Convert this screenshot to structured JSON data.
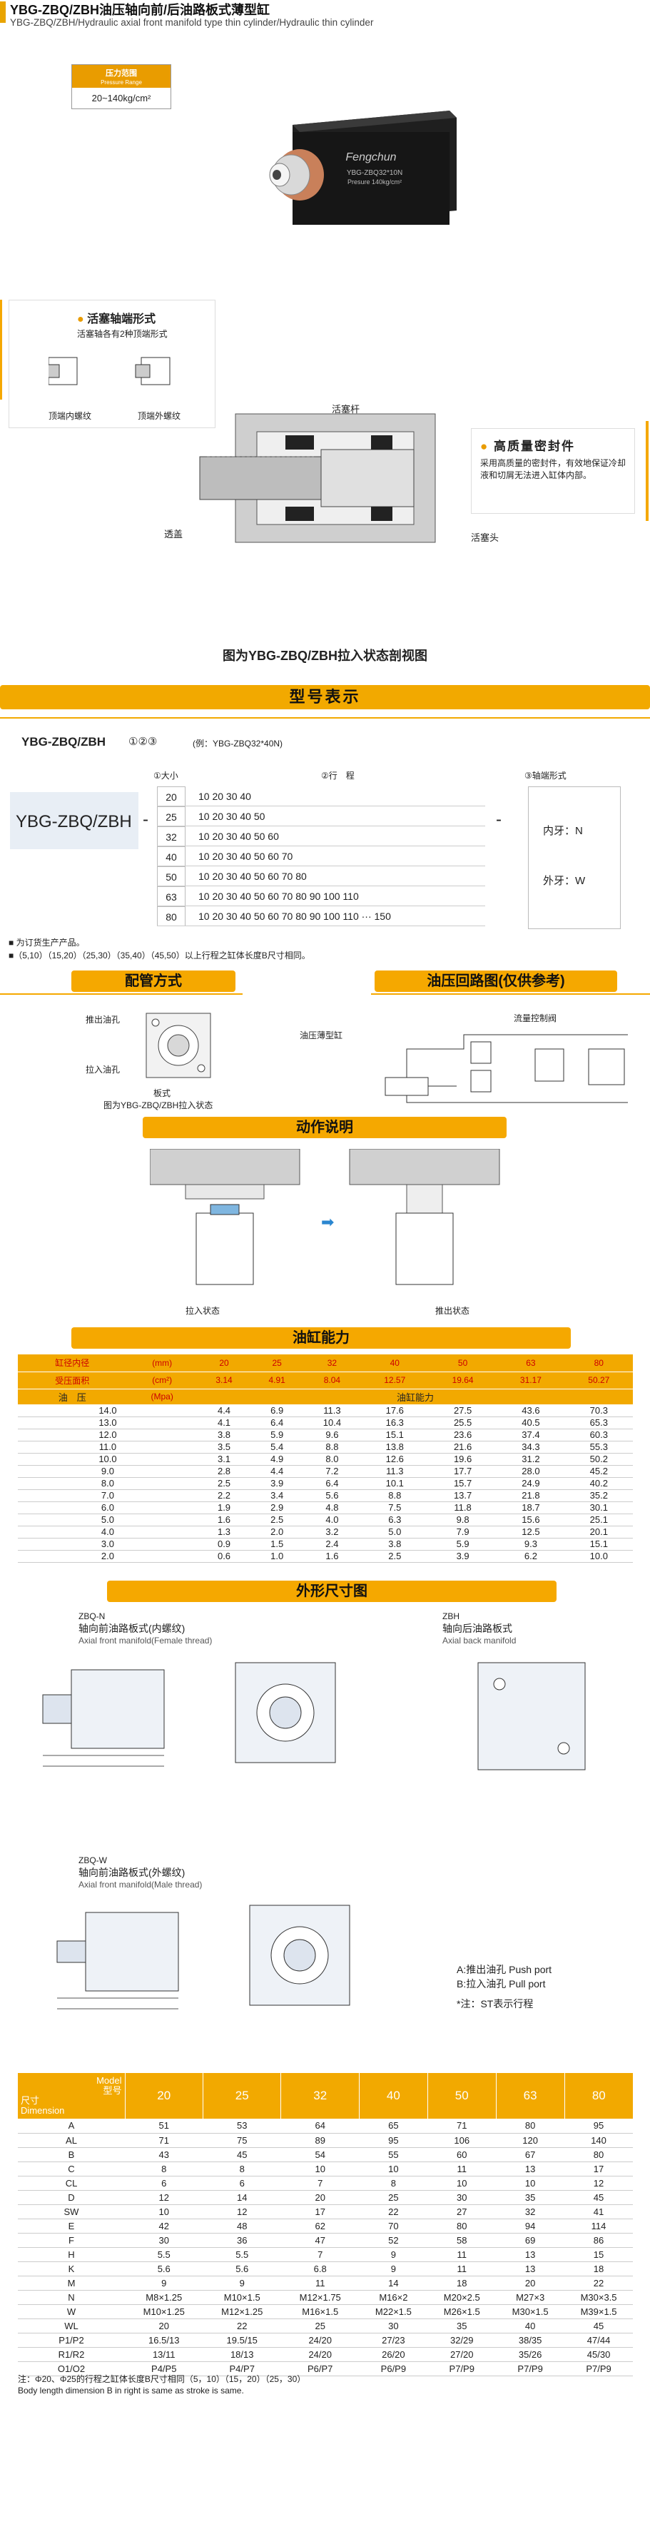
{
  "header": {
    "title": "YBG-ZBQ/ZBH油压轴向前/后油路板式薄型缸",
    "subtitle": "YBG-ZBQ/ZBH/Hydraulic axial front manifold type thin cylinder/Hydraulic thin cylinder"
  },
  "pressure": {
    "label": "压力范围",
    "label_en": "Pressure Range",
    "value": "20~140kg/cm²"
  },
  "product": {
    "brand": "Fengchun",
    "model": "YBG-ZBQ32*10N",
    "spec": "Presure 140kg/cm²"
  },
  "cutaway": {
    "panel_title": "活塞轴端形式",
    "panel_sub": "活塞轴各有2种顶端形式",
    "end1": "顶端内螺纹",
    "end2": "顶端外螺纹",
    "rod": "活塞杆",
    "cover": "透盖",
    "head": "活塞头",
    "seal_title": "高质量密封件",
    "seal_text": "采用高质量的密封件，有效地保证冷却液和切屑无法进入缸体内部。",
    "caption": "图为YBG-ZBQ/ZBH拉入状态剖视图"
  },
  "model": {
    "heading": "型号表示",
    "code": "YBG-ZBQ/ZBH",
    "boxes": [
      "①",
      "②",
      "③"
    ],
    "example": "(例：YBG-ZBQ32*40N)",
    "big": "YBG-ZBQ/ZBH",
    "dash": "-",
    "col1": "①大小",
    "col2": "②行　程",
    "col3": "③轴端形式",
    "sizes": [
      "20",
      "25",
      "32",
      "40",
      "50",
      "63",
      "80"
    ],
    "strokes": [
      "10 20 30 40",
      "10 20 30 40 50",
      "10 20 30 40 50 60",
      "10 20 30 40 50 60 70",
      "10 20 30 40 50 60 70 80",
      "10 20 30 40 50 60 70 80 90 100 110",
      "10 20 30 40 50 60 70 80 90 100 110 ··· 150"
    ],
    "inner": "内牙：N",
    "outer": "外牙：W",
    "note1": "■ 为订货生产产品。",
    "note2": "■（5,10）（15,20）（25,30）（35,40）（45,50）以上行程之缸体长度B尺寸相同。"
  },
  "piping": {
    "heading": "配管方式",
    "push": "推出油孔",
    "pull": "拉入油孔",
    "board": "板式",
    "caption": "图为YBG-ZBQ/ZBH拉入状态"
  },
  "circuit": {
    "heading": "油压回路图(仅供参考)",
    "valve": "流量控制阀",
    "cyl": "油压薄型缸"
  },
  "action": {
    "heading": "动作说明",
    "pull": "拉入状态",
    "push": "推出状态",
    "arrow": "➡"
  },
  "capacity": {
    "heading": "油缸能力",
    "r1": [
      "缸径内径",
      "(mm)",
      "20",
      "25",
      "32",
      "40",
      "50",
      "63",
      "80"
    ],
    "r2": [
      "受压面积",
      "(cm²)",
      "3.14",
      "4.91",
      "8.04",
      "12.57",
      "19.64",
      "31.17",
      "50.27"
    ],
    "r3": [
      "油　压",
      "(Mpa)",
      "油缸能力"
    ],
    "rows": [
      [
        "14.0",
        "4.4",
        "6.9",
        "11.3",
        "17.6",
        "27.5",
        "43.6",
        "70.3"
      ],
      [
        "13.0",
        "4.1",
        "6.4",
        "10.4",
        "16.3",
        "25.5",
        "40.5",
        "65.3"
      ],
      [
        "12.0",
        "3.8",
        "5.9",
        "9.6",
        "15.1",
        "23.6",
        "37.4",
        "60.3"
      ],
      [
        "11.0",
        "3.5",
        "5.4",
        "8.8",
        "13.8",
        "21.6",
        "34.3",
        "55.3"
      ],
      [
        "10.0",
        "3.1",
        "4.9",
        "8.0",
        "12.6",
        "19.6",
        "31.2",
        "50.2"
      ],
      [
        "9.0",
        "2.8",
        "4.4",
        "7.2",
        "11.3",
        "17.7",
        "28.0",
        "45.2"
      ],
      [
        "8.0",
        "2.5",
        "3.9",
        "6.4",
        "10.1",
        "15.7",
        "24.9",
        "40.2"
      ],
      [
        "7.0",
        "2.2",
        "3.4",
        "5.6",
        "8.8",
        "13.7",
        "21.8",
        "35.2"
      ],
      [
        "6.0",
        "1.9",
        "2.9",
        "4.8",
        "7.5",
        "11.8",
        "18.7",
        "30.1"
      ],
      [
        "5.0",
        "1.6",
        "2.5",
        "4.0",
        "6.3",
        "9.8",
        "15.6",
        "25.1"
      ],
      [
        "4.0",
        "1.3",
        "2.0",
        "3.2",
        "5.0",
        "7.9",
        "12.5",
        "20.1"
      ],
      [
        "3.0",
        "0.9",
        "1.5",
        "2.4",
        "3.8",
        "5.9",
        "9.3",
        "15.1"
      ],
      [
        "2.0",
        "0.6",
        "1.0",
        "1.6",
        "2.5",
        "3.9",
        "6.2",
        "10.0"
      ]
    ]
  },
  "outline": {
    "heading": "外形尺寸图",
    "zbqn": "ZBQ-N",
    "zbqn_cn": "轴向前油路板式(内螺纹)",
    "zbqn_en": "Axial front manifold(Female thread)",
    "zbh": "ZBH",
    "zbh_cn": "轴向后油路板式",
    "zbh_en": "Axial back manifold",
    "zbqw": "ZBQ-W",
    "zbqw_cn": "轴向前油路板式(外螺纹)",
    "zbqw_en": "Axial front manifold(Male thread)",
    "legendA": "A:推出油孔 Push port",
    "legendB": "B:拉入油孔 Pull port",
    "note": "*注：ST表示行程"
  },
  "dims": {
    "h1": "尺寸",
    "h1b": "Dimension",
    "h2": "Model",
    "h2b": "型号",
    "models": [
      "20",
      "25",
      "32",
      "40",
      "50",
      "63",
      "80"
    ],
    "rows": [
      [
        "A",
        "51",
        "53",
        "64",
        "65",
        "71",
        "80",
        "95"
      ],
      [
        "AL",
        "71",
        "75",
        "89",
        "95",
        "106",
        "120",
        "140"
      ],
      [
        "B",
        "43",
        "45",
        "54",
        "55",
        "60",
        "67",
        "80"
      ],
      [
        "C",
        "8",
        "8",
        "10",
        "10",
        "11",
        "13",
        "17"
      ],
      [
        "CL",
        "6",
        "6",
        "7",
        "8",
        "10",
        "10",
        "12"
      ],
      [
        "D",
        "12",
        "14",
        "20",
        "25",
        "30",
        "35",
        "45"
      ],
      [
        "SW",
        "10",
        "12",
        "17",
        "22",
        "27",
        "32",
        "41"
      ],
      [
        "E",
        "42",
        "48",
        "62",
        "70",
        "80",
        "94",
        "114"
      ],
      [
        "F",
        "30",
        "36",
        "47",
        "52",
        "58",
        "69",
        "86"
      ],
      [
        "H",
        "5.5",
        "5.5",
        "7",
        "9",
        "11",
        "13",
        "15"
      ],
      [
        "K",
        "5.6",
        "5.6",
        "6.8",
        "9",
        "11",
        "13",
        "18"
      ],
      [
        "M",
        "9",
        "9",
        "11",
        "14",
        "18",
        "20",
        "22"
      ],
      [
        "N",
        "M8×1.25",
        "M10×1.5",
        "M12×1.75",
        "M16×2",
        "M20×2.5",
        "M27×3",
        "M30×3.5"
      ],
      [
        "W",
        "M10×1.25",
        "M12×1.25",
        "M16×1.5",
        "M22×1.5",
        "M26×1.5",
        "M30×1.5",
        "M39×1.5"
      ],
      [
        "WL",
        "20",
        "22",
        "25",
        "30",
        "35",
        "40",
        "45"
      ],
      [
        "P1/P2",
        "16.5/13",
        "19.5/15",
        "24/20",
        "27/23",
        "32/29",
        "38/35",
        "47/44"
      ],
      [
        "R1/R2",
        "13/11",
        "18/13",
        "24/20",
        "26/20",
        "27/20",
        "35/26",
        "45/30"
      ],
      [
        "O1/O2",
        "P4/P5",
        "P4/P7",
        "P6/P7",
        "P6/P9",
        "P7/P9",
        "P7/P9",
        "P7/P9"
      ]
    ],
    "note1": "注：Φ20、Φ25的行程之缸体长度B尺寸相同（5，10）（15，20）（25，30）",
    "note2": "Body length dimension B in right is same as stroke is same."
  },
  "colors": {
    "accent": "#f2a900",
    "orange": "#e99c00",
    "dark": "#2a2a2a",
    "copper": "#c9805a"
  }
}
